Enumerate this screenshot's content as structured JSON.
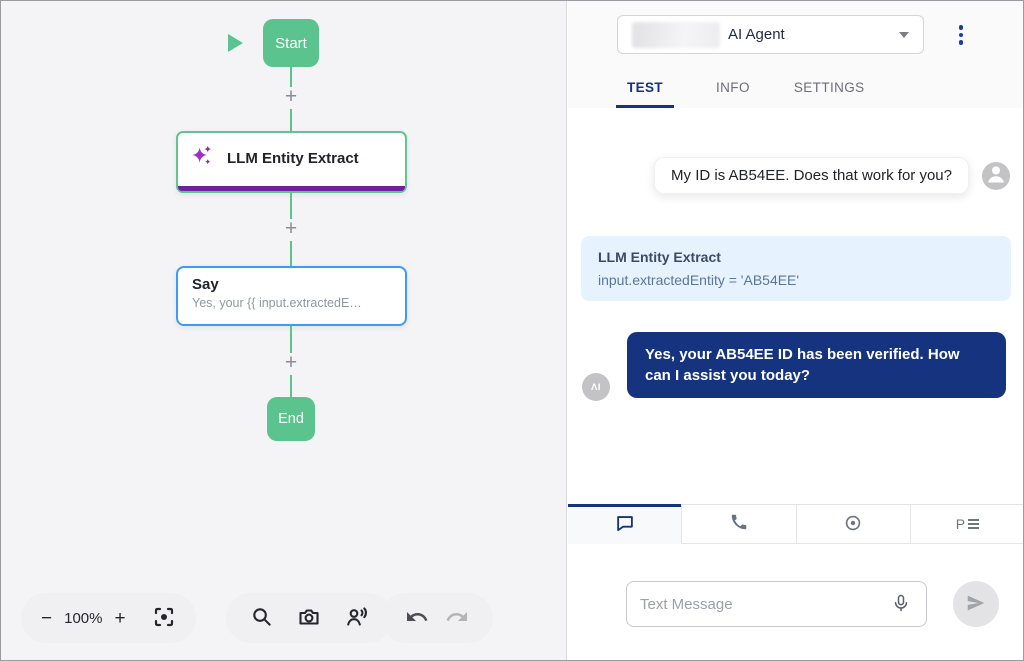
{
  "flow": {
    "start_label": "Start",
    "end_label": "End",
    "llm_node": {
      "title": "LLM Entity Extract"
    },
    "say_node": {
      "title": "Say",
      "preview": "Yes, your {{ input.extractedE…"
    },
    "add_step_glyph": "+"
  },
  "canvas_toolbar": {
    "zoom_out_glyph": "−",
    "zoom_level": "100%",
    "zoom_in_glyph": "+"
  },
  "panel": {
    "agent_selector": {
      "label": "AI Agent"
    },
    "tabs": [
      {
        "label": "TEST",
        "active": true
      },
      {
        "label": "INFO",
        "active": false
      },
      {
        "label": "SETTINGS",
        "active": false
      }
    ],
    "chat": {
      "user_message": "My ID is AB54EE. Does that work for you?",
      "trace_card": {
        "title": "LLM Entity Extract",
        "detail": "input.extractedEntity = 'AB54EE'"
      },
      "bot_message": "Yes, your AB54EE ID has been verified. How can I assist you today?",
      "bot_avatar_label": "ΛI"
    },
    "io_tabs": {
      "prompt_letter": "P"
    },
    "composer": {
      "placeholder": "Text Message"
    }
  },
  "colors": {
    "green": "#5BC48E",
    "navy": "#16337F",
    "purple": "#71209B",
    "say_blue": "#3D9BF5",
    "trace_bg": "#E6F2FD",
    "canvas_bg": "#F4F4F7"
  }
}
